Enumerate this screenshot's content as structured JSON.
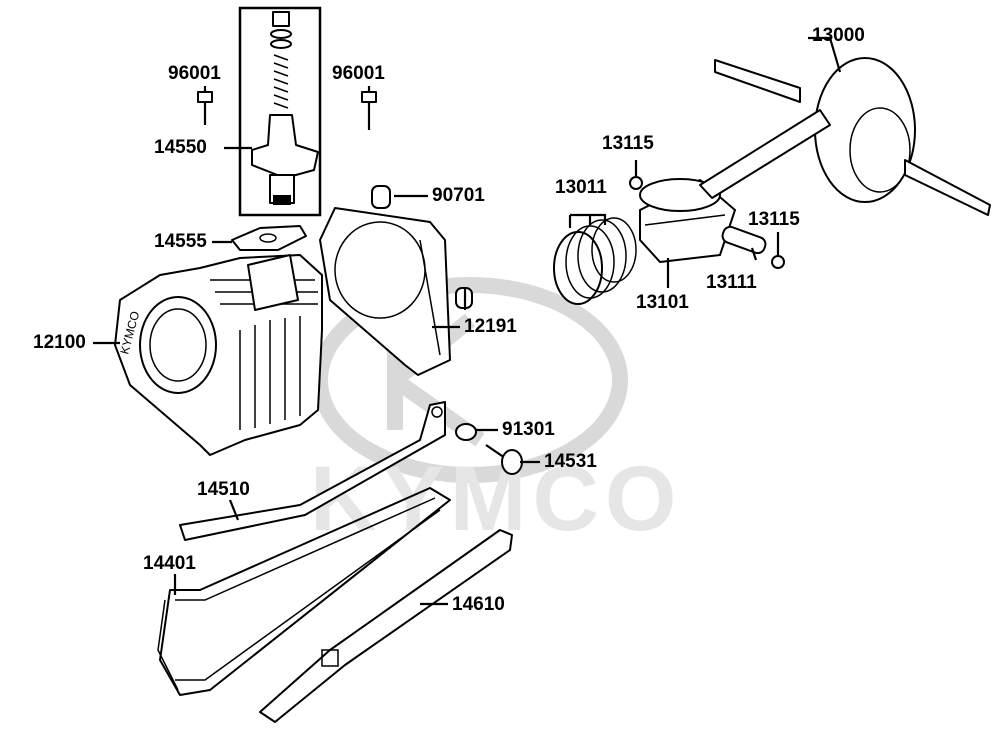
{
  "diagram": {
    "watermark_text": "KYMCO",
    "cylinder_casting_text": "KYMCO",
    "part_labels": {
      "p13000": "13000",
      "p96001_left": "96001",
      "p96001_right": "96001",
      "p14550": "14550",
      "p13115_top": "13115",
      "p13011": "13011",
      "p90701": "90701",
      "p13115_right": "13115",
      "p14555": "14555",
      "p13111": "13111",
      "p13101": "13101",
      "p12100": "12100",
      "p12191": "12191",
      "p91301": "91301",
      "p14531": "14531",
      "p14510": "14510",
      "p14401": "14401",
      "p14610": "14610"
    }
  }
}
